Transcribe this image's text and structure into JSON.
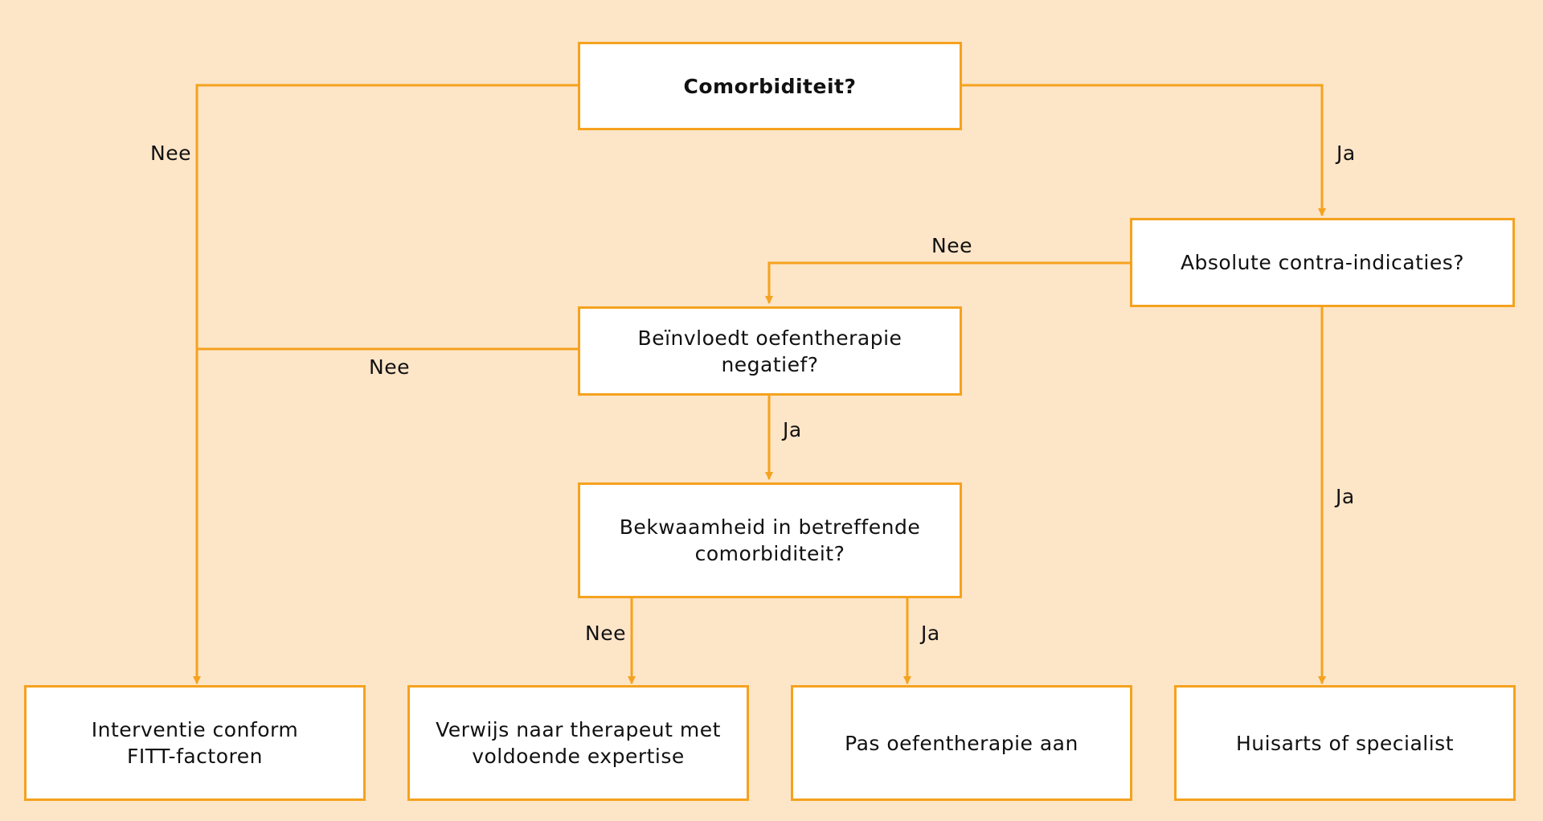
{
  "colors": {
    "background": "#fde5c8",
    "line": "#f5a21e",
    "box_fill": "#ffffff",
    "text": "#111111"
  },
  "nodes": {
    "comorbiditeit": "Comorbiditeit?",
    "absolute_contra": "Absolute contra-indicaties?",
    "beinvloedt": "Beïnvloedt oefentherapie negatief?",
    "bekwaamheid": "Bekwaamheid in betreffende\ncomorbiditeit?",
    "interventie": "Interventie conform\nFITT-factoren",
    "verwijs": "Verwijs naar therapeut met\nvoldoende expertise",
    "pas_aan": "Pas oefentherapie aan",
    "huisarts": "Huisarts of specialist"
  },
  "edge_labels": {
    "comorbiditeit_nee": "Nee",
    "comorbiditeit_ja": "Ja",
    "contra_nee": "Nee",
    "contra_ja": "Ja",
    "beinvloedt_nee": "Nee",
    "beinvloedt_ja": "Ja",
    "bekwaamheid_nee": "Nee",
    "bekwaamheid_ja": "Ja"
  }
}
